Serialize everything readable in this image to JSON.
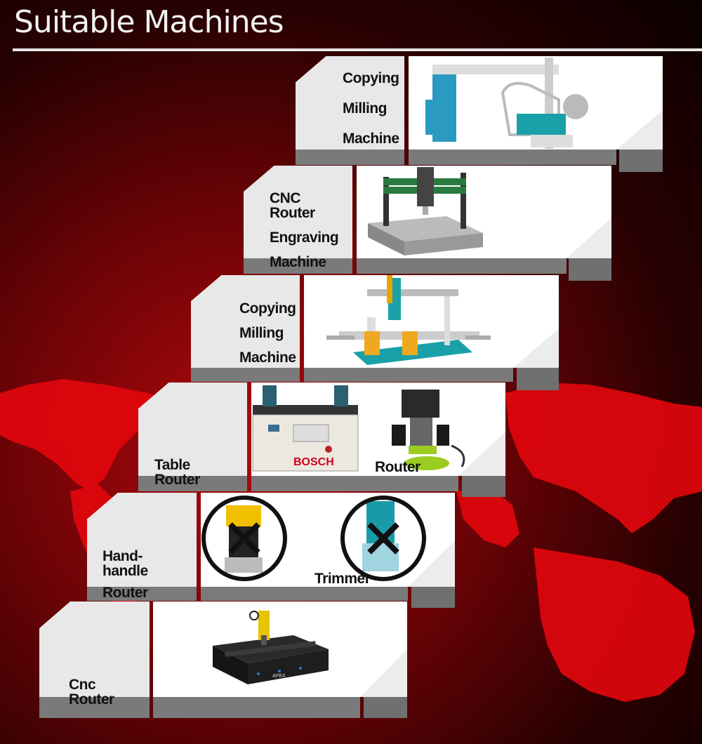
{
  "page": {
    "title": "Suitable Machines"
  },
  "steps": [
    {
      "label_lines": [
        "Copying",
        "Milling",
        "Machine"
      ],
      "photo": "copying-milling-machine-1"
    },
    {
      "label_lines": [
        "CNC Router",
        "Engraving",
        "Machine"
      ],
      "photo": "desktop-cnc-engraver"
    },
    {
      "label_lines": [
        "Copying",
        "Milling",
        "Machine"
      ],
      "photo": "copying-milling-machine-2"
    },
    {
      "label_lines": [
        "Table Router"
      ],
      "photo": "bosch-router-table",
      "extra_label": "Router",
      "brand": "BOSCH"
    },
    {
      "label_lines": [
        "Hand-handle",
        "Router"
      ],
      "photo": "trimmer-crossed-out",
      "extra_label": "Trimmer"
    },
    {
      "label_lines": [
        "Cnc Router"
      ],
      "photo": "cnc-router-table",
      "brand": "APEX"
    }
  ],
  "colors": {
    "background": "#8a0508",
    "map": "#e3070d",
    "step": "#e8e8e8",
    "shadow": "#7a7a7a"
  }
}
